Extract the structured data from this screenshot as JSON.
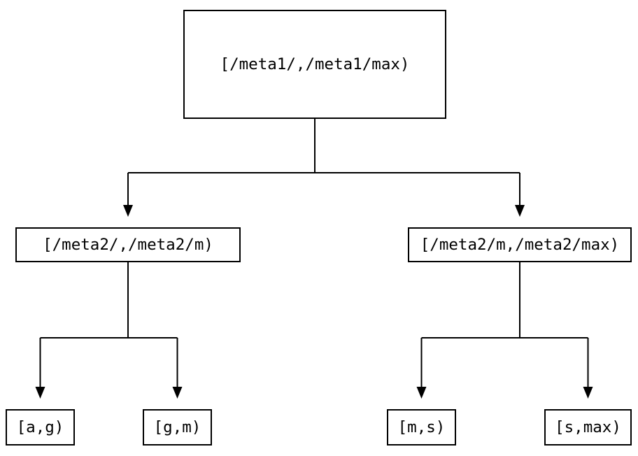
{
  "diagram": {
    "type": "binary-interval-tree",
    "background_color": "#ffffff",
    "line_color": "#000000",
    "text_color": "#000000",
    "arrowhead_glyph": "▼",
    "nodes": [
      {
        "id": "root",
        "label": "[/meta1/,/meta1/max)"
      },
      {
        "id": "left",
        "label": "[/meta2/,/meta2/m)"
      },
      {
        "id": "right",
        "label": "[/meta2/m,/meta2/max)"
      },
      {
        "id": "left-left",
        "label": "[a,g)"
      },
      {
        "id": "left-right",
        "label": "[g,m)"
      },
      {
        "id": "right-left",
        "label": "[m,s)"
      },
      {
        "id": "right-right",
        "label": "[s,max)"
      }
    ],
    "edges": [
      {
        "from": "root",
        "to": "left",
        "arrow": "down"
      },
      {
        "from": "root",
        "to": "right",
        "arrow": "down"
      },
      {
        "from": "left",
        "to": "left-left",
        "arrow": "down"
      },
      {
        "from": "left",
        "to": "left-right",
        "arrow": "down"
      },
      {
        "from": "right",
        "to": "right-left",
        "arrow": "down"
      },
      {
        "from": "right",
        "to": "right-right",
        "arrow": "down"
      }
    ]
  }
}
